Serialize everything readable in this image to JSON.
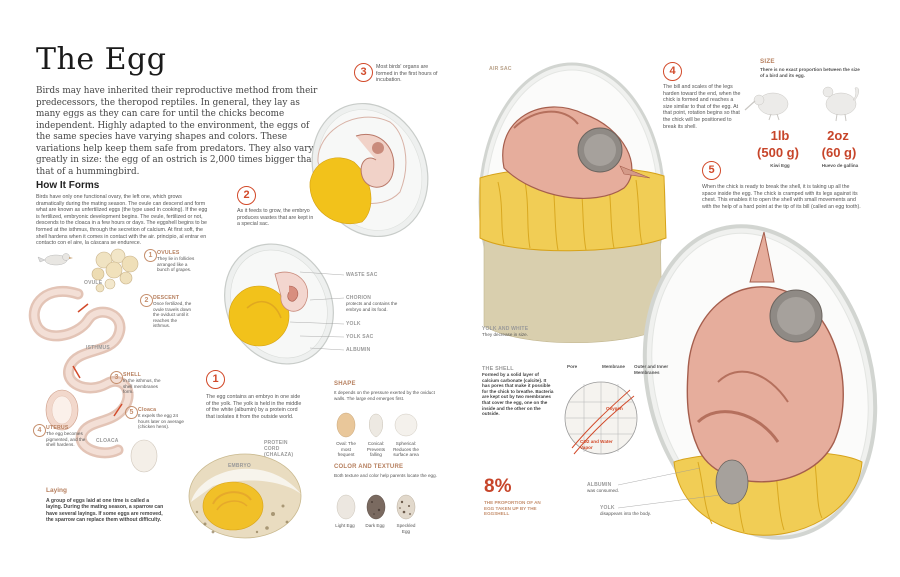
{
  "title": "The Egg",
  "intro": "Birds may have inherited their reproductive method from their predecessors, the theropod reptiles. In general, they lay as many eggs as they can care for until the chicks become independent. Highly adapted to the environment, the eggs of the same species have varying shapes and colors. These variations help keep them safe from predators. They also vary greatly in size: the egg of an ostrich is 2,000 times bigger than that of a hummingbird.",
  "how_it_forms": {
    "heading": "How It Forms",
    "body": "Birds have only one functional ovary, the left one, which grows dramatically during the mating season. The ovule can descend and form what are known as unfertilized eggs (the type used in cooking). If the egg is fertilized, embryonic development begins. The ovule, fertilized or not, descends to the cloaca in a few hours or days. The eggshell begins to be formed at the isthmus, through the secretion of calcium. At first soft, the shell hardens when it comes in contact with the air.",
    "body_es": "principio, al entrar en contacto con el aire, la cáscara se endurece.",
    "ovary_label": "OVULE",
    "isthmus_label": "ISTHMUS",
    "cloaca_label": "CLOACA",
    "steps": [
      {
        "n": "1",
        "title": "OVULES",
        "text": "They lie in follicles arranged like a bunch of grapes."
      },
      {
        "n": "2",
        "title": "DESCENT",
        "text": "Once fertilized, the ovule travels down the oviduct until it reaches the isthmus."
      },
      {
        "n": "3",
        "title": "SHELL",
        "text": "In the isthmus, the shell membranes form."
      },
      {
        "n": "4",
        "title": "UTERUS",
        "text": "The egg becomes pigmented, and the shell hardens."
      },
      {
        "n": "5",
        "title": "Cloaca",
        "text": "It expels the egg 24 hours later on average (chicken hens)."
      }
    ]
  },
  "laying": {
    "heading": "Laying",
    "text": "A group of eggs laid at one time is called a laying. During the mating season, a sparrow can have several layings. If some eggs are removed, the sparrow can replace them without difficulty."
  },
  "stages": [
    {
      "n": "1",
      "text": "The egg contains an embryo in one side of the yolk. The yolk is held in the middle of the white (albumin) by a protein cord that isolates it from the outside world."
    },
    {
      "n": "2",
      "text": "As it feeds to grow, the embryo produces wastes that are kept in a special sac."
    },
    {
      "n": "3",
      "text": "Most birds' organs are formed in the first hours of incubation."
    },
    {
      "n": "4",
      "text": "The bill and scales of the legs harden toward the end, when the chick is formed and reaches a size similar to that of the egg. At that point, rotation begins so that the chick will be positioned to break its shell."
    },
    {
      "n": "5",
      "text": "When the chick is ready to break the shell, it is taking up all the space inside the egg. The chick is cramped with its legs against its chest. This enables it to open the shell with small movements and with the help of a hard point at the tip of its bill (called an egg tooth)."
    }
  ],
  "parts": {
    "waste_sac": "WASTE SAC",
    "chorion": "CHORION",
    "chorion_text": "protects and contains the embryo and its food.",
    "yolk": "YOLK",
    "yolk_sac": "YOLK SAC",
    "albumin": "ALBUMIN",
    "embryo": "EMBRYO",
    "protein_cord": "PROTEIN CORD (CHALAZA)",
    "air_sac": "AIR SAC",
    "yolk_white": "YOLK AND WHITE",
    "yolk_white_text": "They decrease in size.",
    "albumin2": "ALBUMIN",
    "albumin2_text": "was consumed.",
    "yolk2": "YOLK",
    "yolk2_text": "disappears into the body."
  },
  "shape": {
    "heading": "SHAPE",
    "text": "It depends on the pressure exerted by the oviduct walls. The large end emerges first.",
    "items": [
      {
        "label": "Oval: The most frequent",
        "color": "#e9c79a"
      },
      {
        "label": "Conical: Prevents falling",
        "color": "#ede9e2"
      },
      {
        "label": "Spherical: Reduces the surface area",
        "color": "#f4f1ec"
      }
    ]
  },
  "texture": {
    "heading": "COLOR AND TEXTURE",
    "text": "Both texture and color help parents locate the egg.",
    "items": [
      {
        "label": "Light Egg",
        "color": "#ece7e0"
      },
      {
        "label": "Dark Egg",
        "color": "#7a6a60"
      },
      {
        "label": "Speckled Egg",
        "color": "#e2d9cc"
      }
    ]
  },
  "size": {
    "heading": "SIZE",
    "text": "There is no exact proportion between the size of a bird and its egg.",
    "kiwi_value": "1lb",
    "kiwi_value2": "(500 g)",
    "kiwi_label": "Kiwi Egg",
    "hen_value": "2oz",
    "hen_value2": "(60 g)",
    "hen_label": "Huevo de gallina"
  },
  "shell": {
    "heading": "THE SHELL",
    "text": "Formed by a solid layer of calcium carbonate (calcite). It has pores that make it possible for the chick to breathe. Bacteria are kept out by two membranes that cover the egg, one on the inside and the other on the outside.",
    "pore": "Pore",
    "membrane": "Membrane",
    "outer_inner": "Outer and Inner Membranes",
    "oxygen": "Oxygen",
    "co2": "CO2 and Water Vapor",
    "percent": "8%",
    "percent_text": "THE PROPORTION OF AN EGG TAKEN UP BY THE EGGSHELL"
  },
  "colors": {
    "accent": "#d24a2a",
    "label": "#b67f5e",
    "yolk": "#f2c21b"
  }
}
